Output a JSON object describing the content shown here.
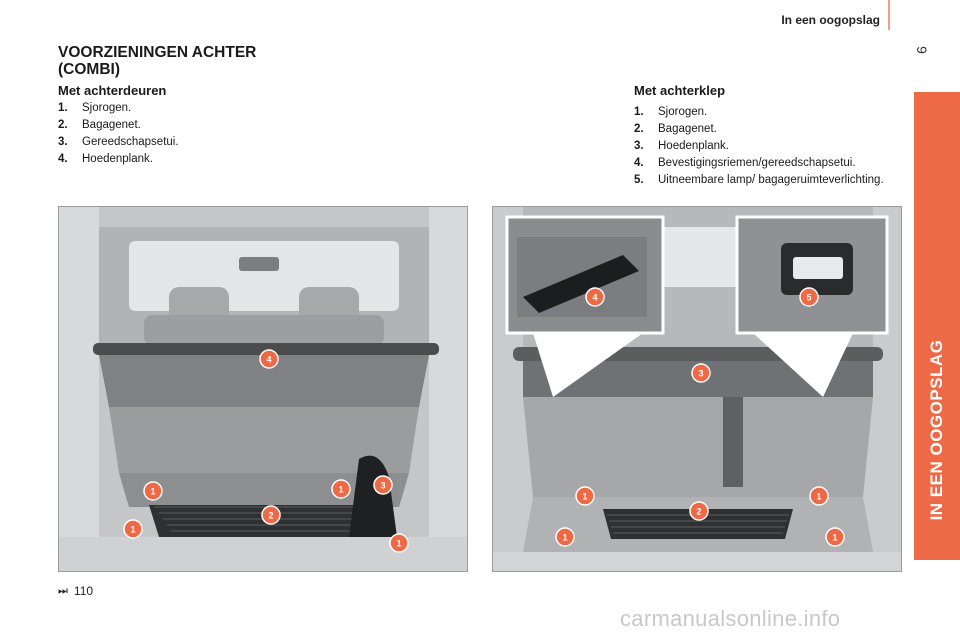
{
  "header": {
    "title": "In een oogopslag",
    "page_number": "9"
  },
  "side_tab": {
    "label": "IN EEN OOGOPSLAG",
    "color": "#ee6a46"
  },
  "main_title": {
    "line1": "VOORZIENINGEN ACHTER",
    "line2": "(COMBI)"
  },
  "left_section": {
    "heading": "Met achterdeuren",
    "items": [
      {
        "num": "1.",
        "text": "Sjorogen."
      },
      {
        "num": "2.",
        "text": "Bagagenet."
      },
      {
        "num": "3.",
        "text": "Gereedschapsetui."
      },
      {
        "num": "4.",
        "text": "Hoedenplank."
      }
    ]
  },
  "right_section": {
    "heading": "Met achterklep",
    "items": [
      {
        "num": "1.",
        "text": "Sjorogen."
      },
      {
        "num": "2.",
        "text": "Bagagenet."
      },
      {
        "num": "3.",
        "text": "Hoedenplank."
      },
      {
        "num": "4.",
        "text": "Bevestigingsriemen/gereedschapsetui."
      },
      {
        "num": "5.",
        "text": "Uitneembare lamp/ bagageruimteverlichting."
      }
    ]
  },
  "left_photo": {
    "badges": [
      "4",
      "1",
      "1",
      "3",
      "1",
      "2",
      "1"
    ],
    "badge_color": "#ee6a46"
  },
  "right_photo": {
    "badges": [
      "4",
      "5",
      "3",
      "1",
      "1",
      "2",
      "1",
      "1"
    ],
    "badge_color": "#ee6a46"
  },
  "footnote": {
    "icon": "arrow-end-icon",
    "glyph": "⏭",
    "page_ref": "110"
  },
  "watermark": "carmanualsonline.info"
}
